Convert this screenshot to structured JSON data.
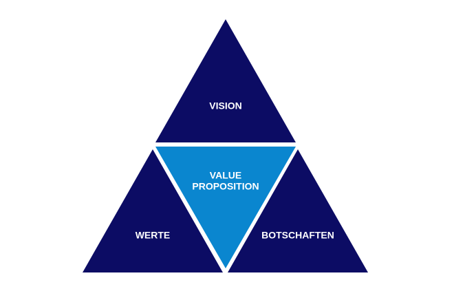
{
  "diagram": {
    "top": {
      "label": "VISION"
    },
    "center": {
      "line1": "VALUE",
      "line2": "PROPOSITION"
    },
    "left": {
      "label": "WERTE"
    },
    "right": {
      "label": "BOTSCHAFTEN"
    }
  },
  "colors": {
    "outer": "#0c0c64",
    "center": "#0a86cf",
    "gap": "#ffffff"
  }
}
